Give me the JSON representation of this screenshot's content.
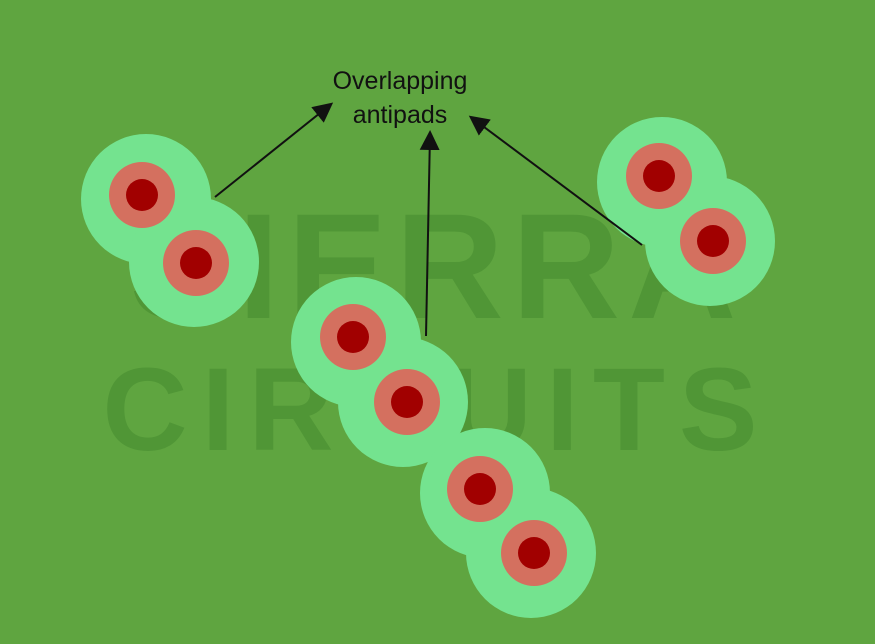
{
  "watermark": {
    "line1": "SIERRA",
    "line2": "CIRCUITS"
  },
  "annotation": {
    "line1": "Overlapping",
    "line2": "antipads"
  },
  "colors": {
    "background": "#5fa540",
    "antipad": "#74e38f",
    "pad": "#d4705f",
    "drill": "#a10000",
    "arrow": "#111111",
    "watermark": "#4e9435"
  }
}
